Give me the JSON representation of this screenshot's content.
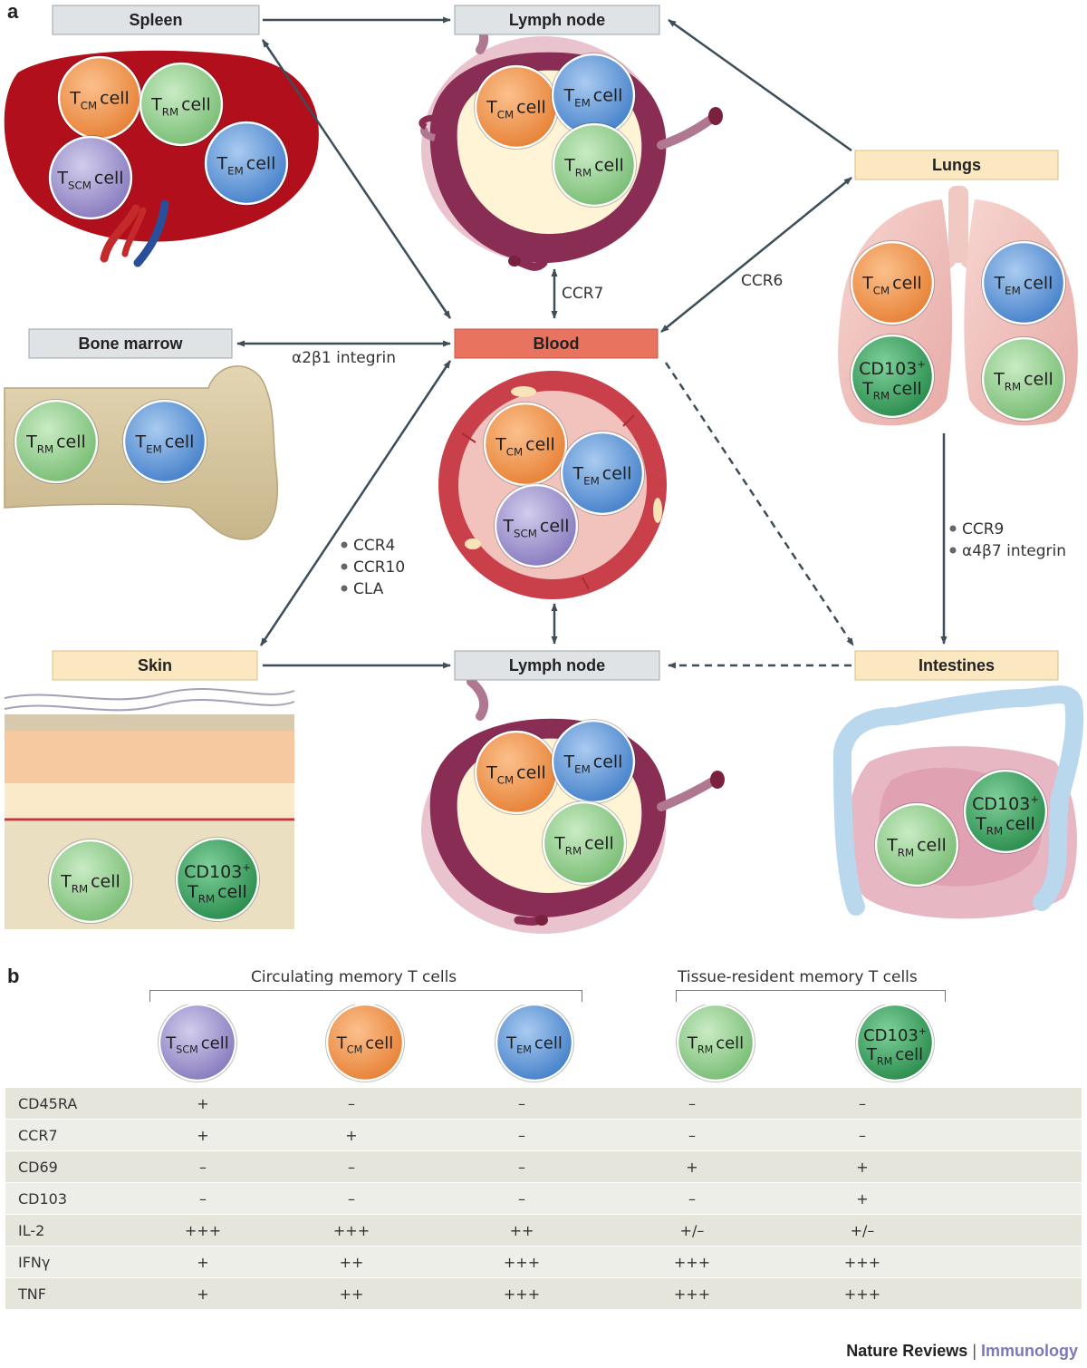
{
  "panel_letters": {
    "a": "a",
    "b": "b"
  },
  "organs": {
    "spleen": "Spleen",
    "lymph_node_top": "Lymph node",
    "lungs": "Lungs",
    "bone_marrow": "Bone marrow",
    "blood": "Blood",
    "skin": "Skin",
    "lymph_node_bottom": "Lymph node",
    "intestines": "Intestines"
  },
  "arrow_labels": {
    "ccr7": "CCR7",
    "ccr6": "CCR6",
    "a2b1": "α2β1 integrin",
    "skin_homing": [
      "CCR4",
      "CCR10",
      "CLA"
    ],
    "gut_homing": [
      "CCR9",
      "α4β7 integrin"
    ]
  },
  "cell_types": {
    "tscm": {
      "main": "T",
      "sub": "SCM",
      "word": "cell",
      "color": "#9b8fcb"
    },
    "tcm": {
      "main": "T",
      "sub": "CM",
      "word": "cell",
      "color": "#f0954b"
    },
    "tem": {
      "main": "T",
      "sub": "EM",
      "word": "cell",
      "color": "#5b93d6"
    },
    "trm": {
      "main": "T",
      "sub": "RM",
      "word": "cell",
      "color": "#8fcc8a"
    },
    "cd103": {
      "top": "CD103",
      "sup": "+",
      "main": "T",
      "sub": "RM",
      "word": "cell",
      "color": "#3aa05e"
    }
  },
  "colors": {
    "label_gray": "#dfe3e6",
    "label_tissue": "#fbe8c0",
    "label_blood": "#e8735e",
    "arrow": "#3d4e58",
    "tissue_red": "#b5121b"
  },
  "panel_b": {
    "group_circulating": "Circulating memory  T cells",
    "group_resident": "Tissue-resident memory  T cells",
    "header_cells": [
      "tscm",
      "tcm",
      "tem",
      "trm",
      "cd103"
    ],
    "rows": [
      {
        "marker": "CD45RA",
        "values": [
          "+",
          "–",
          "–",
          "–",
          "–"
        ]
      },
      {
        "marker": "CCR7",
        "values": [
          "+",
          "+",
          "–",
          "–",
          "–"
        ]
      },
      {
        "marker": "CD69",
        "values": [
          "–",
          "–",
          "–",
          "+",
          "+"
        ]
      },
      {
        "marker": "CD103",
        "values": [
          "–",
          "–",
          "–",
          "–",
          "+"
        ]
      },
      {
        "marker": "IL-2",
        "values": [
          "+++",
          "+++",
          "++",
          "+/–",
          "+/–"
        ]
      },
      {
        "marker": "IFNγ",
        "values": [
          "+",
          "++",
          "+++",
          "+++",
          "+++"
        ]
      },
      {
        "marker": "TNF",
        "values": [
          "+",
          "++",
          "+++",
          "+++",
          "+++"
        ]
      }
    ]
  },
  "credit": {
    "journal": "Nature Reviews",
    "separator": "|",
    "subject": "Immunology"
  }
}
